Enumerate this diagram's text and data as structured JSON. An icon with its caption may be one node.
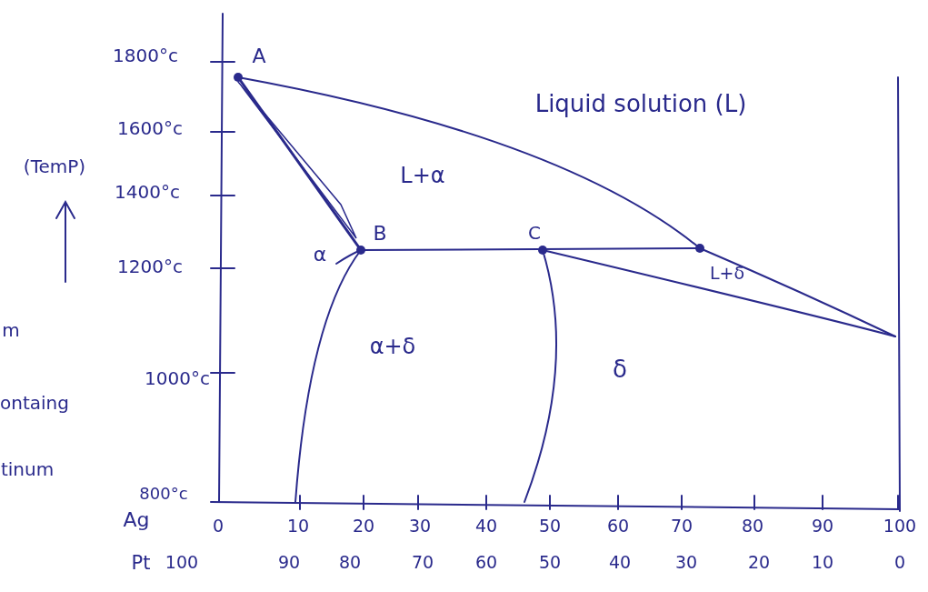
{
  "diagram": {
    "labels": [
      "1800°c",
      "A",
      "Liquid solution (L)",
      "1600°c",
      "(TemP)",
      "1400°c",
      "L+α",
      "α",
      "B",
      "C",
      "1200°c",
      "L+δ",
      "m",
      "α+δ",
      "δ",
      "1000°c",
      "ontaing",
      "tinum",
      "800°c",
      "Ag",
      "0",
      "10",
      "20",
      "30",
      "40",
      "50",
      "60",
      "70",
      "80",
      "90",
      "100",
      "Pt",
      "100",
      "90",
      "80",
      "70",
      "60",
      "50",
      "40",
      "30",
      "20",
      "10",
      "0"
    ]
  }
}
